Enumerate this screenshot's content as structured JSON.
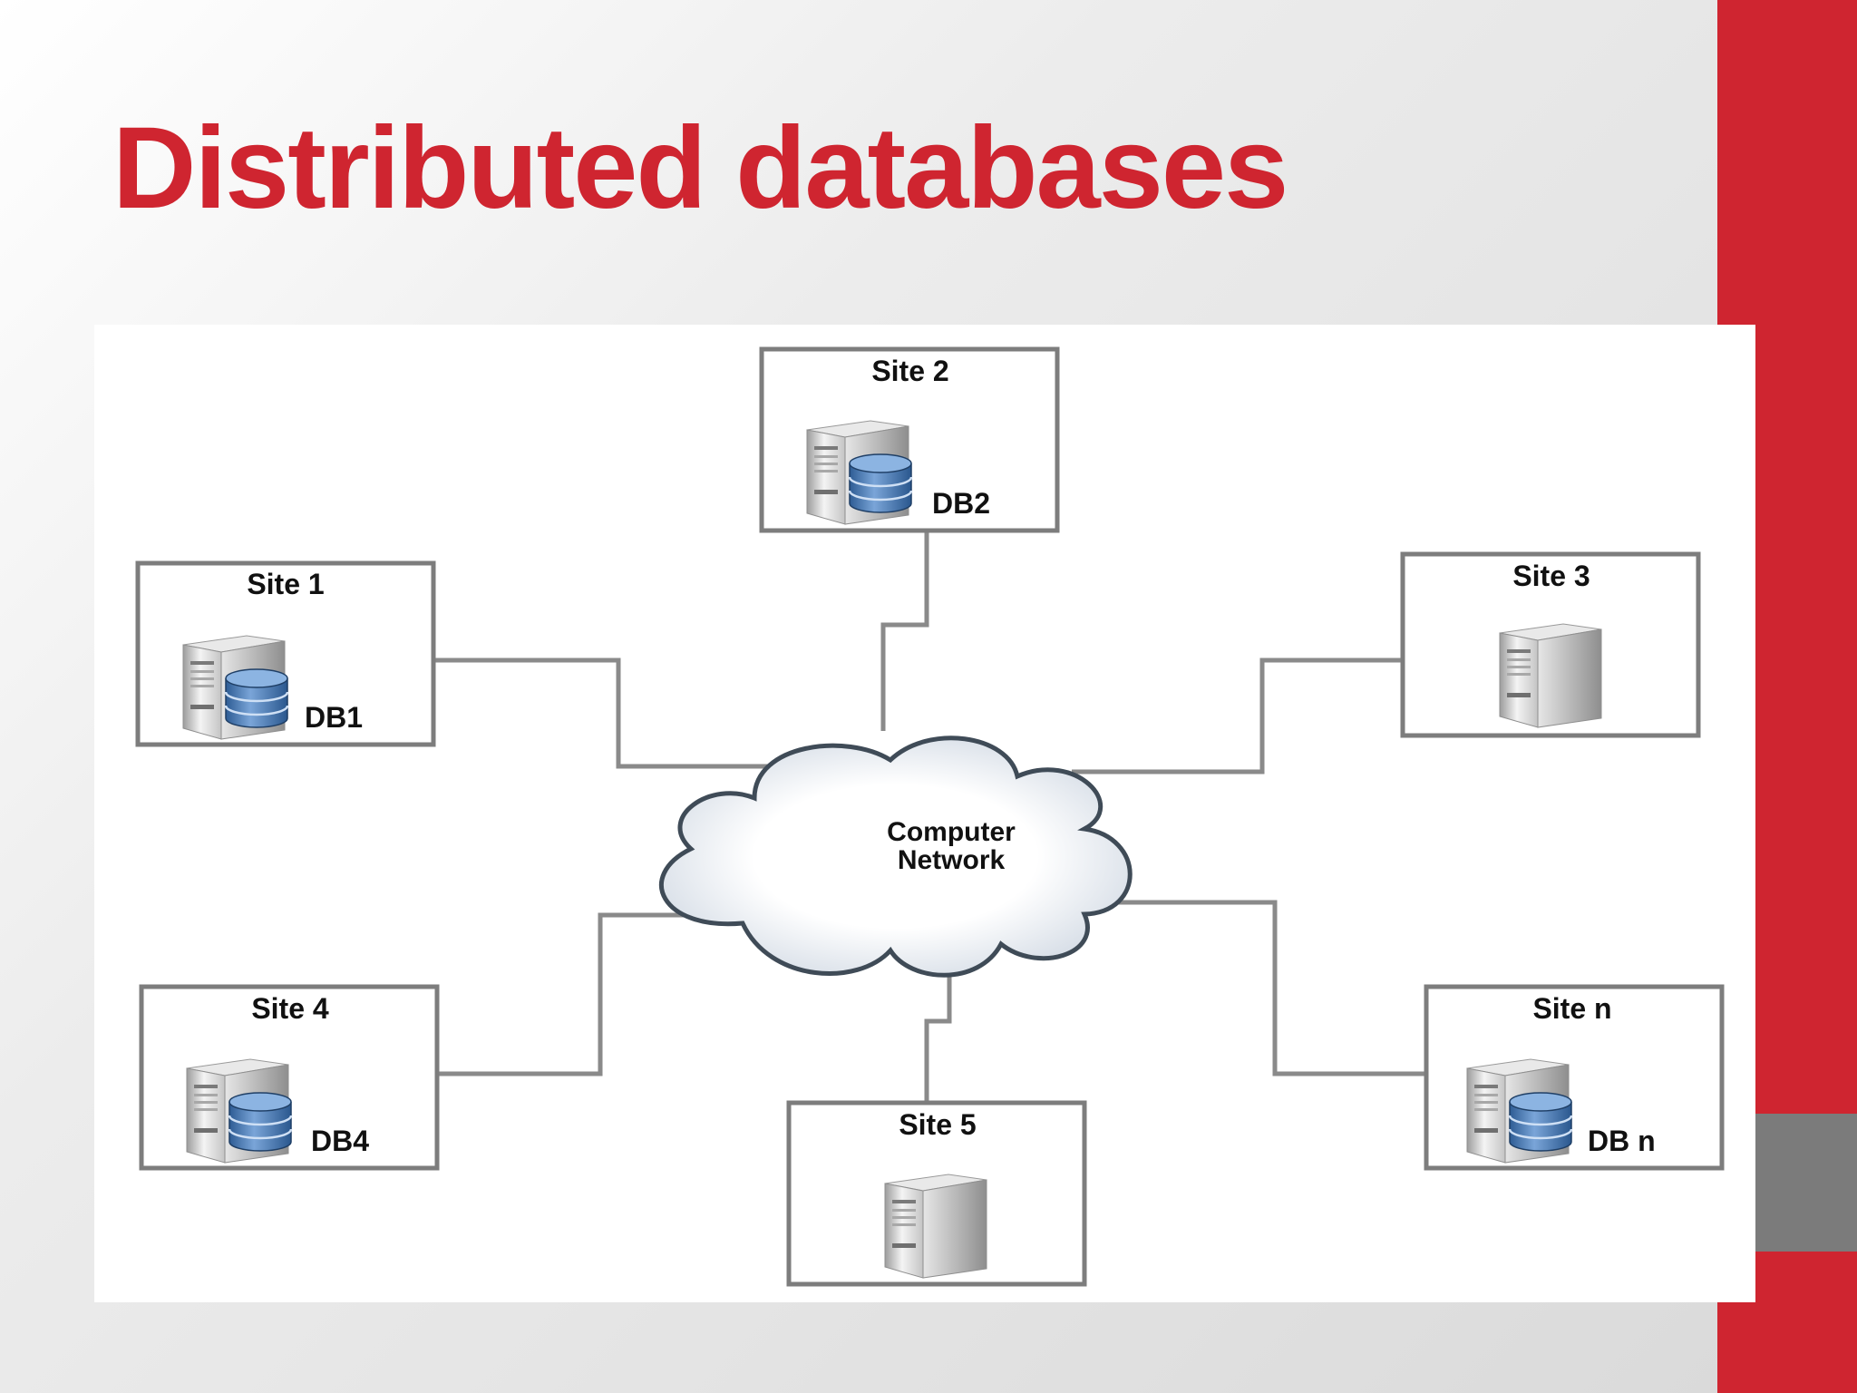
{
  "slide": {
    "title": "Distributed databases",
    "accent_color": "#cf2530"
  },
  "diagram": {
    "network": {
      "line1": "Computer",
      "line2": "Network",
      "icon": "cloud-icon"
    },
    "sites": [
      {
        "id": "site1",
        "label": "Site 1",
        "db": "DB1",
        "icon": "server-icon"
      },
      {
        "id": "site2",
        "label": "Site 2",
        "db": "DB2",
        "icon": "server-icon"
      },
      {
        "id": "site3",
        "label": "Site 3",
        "db": "",
        "icon": "server-icon"
      },
      {
        "id": "site4",
        "label": "Site 4",
        "db": "DB4",
        "icon": "server-icon"
      },
      {
        "id": "site5",
        "label": "Site 5",
        "db": "",
        "icon": "server-icon"
      },
      {
        "id": "siten",
        "label": "Site n",
        "db": "DB n",
        "icon": "server-icon"
      }
    ]
  }
}
